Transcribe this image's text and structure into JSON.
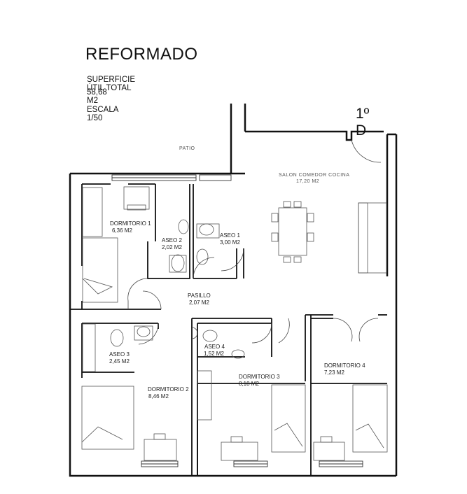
{
  "header": {
    "title": "REFORMADO",
    "surface_label": "SUPERFICIE ÚTIL TOTAL",
    "surface_value": "58,68 M2",
    "scale": "ESCALA 1/50",
    "floor_id": "1º D"
  },
  "rooms": {
    "patio": {
      "name": "PATIO"
    },
    "salon": {
      "name": "SALON COMEDOR COCINA",
      "area": "17,20 M2"
    },
    "dorm1": {
      "name": "DORMITORIO 1",
      "area": "6,36 M2"
    },
    "aseo2": {
      "name": "ASEO 2",
      "area": "2,02 M2"
    },
    "aseo1": {
      "name": "ASEO 1",
      "area": "3,00 M2"
    },
    "pasillo": {
      "name": "PASILLO",
      "area": "2,07 M2"
    },
    "aseo3": {
      "name": "ASEO 3",
      "area": "2,45 M2"
    },
    "aseo4": {
      "name": "ASEO 4",
      "area": "1,52 M2"
    },
    "dorm2": {
      "name": "DORMITORIO 2",
      "area": "8,46 M2"
    },
    "dorm3": {
      "name": "DORMITORIO 3",
      "area": "8,18 M2"
    },
    "dorm4": {
      "name": "DORMITORIO 4",
      "area": "7,23 M2"
    }
  },
  "colors": {
    "wall": "#111111",
    "line": "#333333",
    "furniture": "#555555"
  }
}
